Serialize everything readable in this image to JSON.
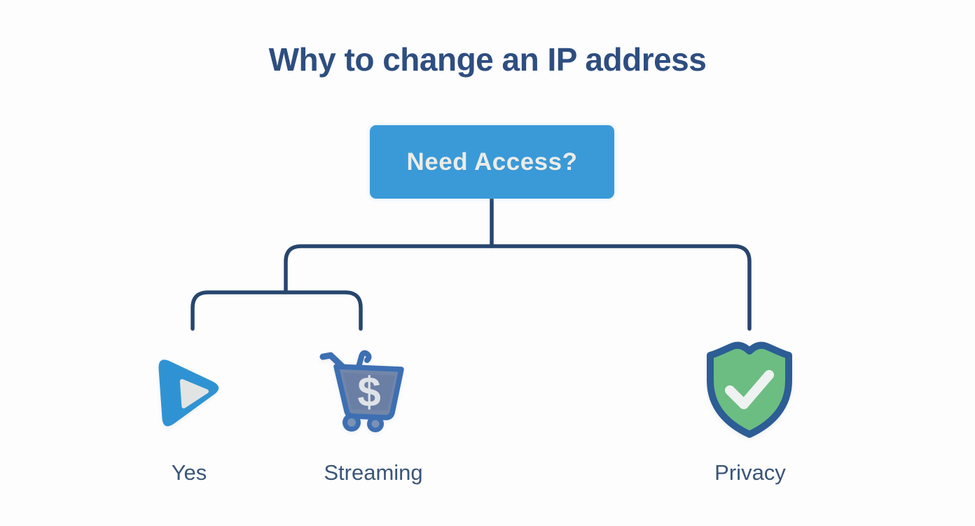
{
  "title": "Why to change an IP address",
  "flowchart": {
    "root": {
      "label": "Need Access?"
    },
    "branches": [
      {
        "label": "Yes",
        "icon": "play-icon"
      },
      {
        "label": "Streaming",
        "icon": "shopping-cart-dollar-icon"
      },
      {
        "label": "Privacy",
        "icon": "shield-check-icon"
      }
    ],
    "cart_symbol": "$"
  },
  "colors": {
    "background": "#fdfdfd",
    "title_text": "#2e4e80",
    "node_fill": "#3a9ad8",
    "node_text": "#ebece8",
    "connector": "#27466e",
    "label_text": "#3a5578",
    "play_blue": "#2f93d3",
    "play_inner": "#e2e4e4",
    "cart_outline": "#3d6fb2",
    "cart_fill": "#7286a9",
    "cart_hub": "#7b92b4",
    "cart_dollar": "#dfe3e8",
    "shield_border": "#2c5d95",
    "shield_fill": "#6cbd82",
    "shield_check": "#eef2f1"
  }
}
